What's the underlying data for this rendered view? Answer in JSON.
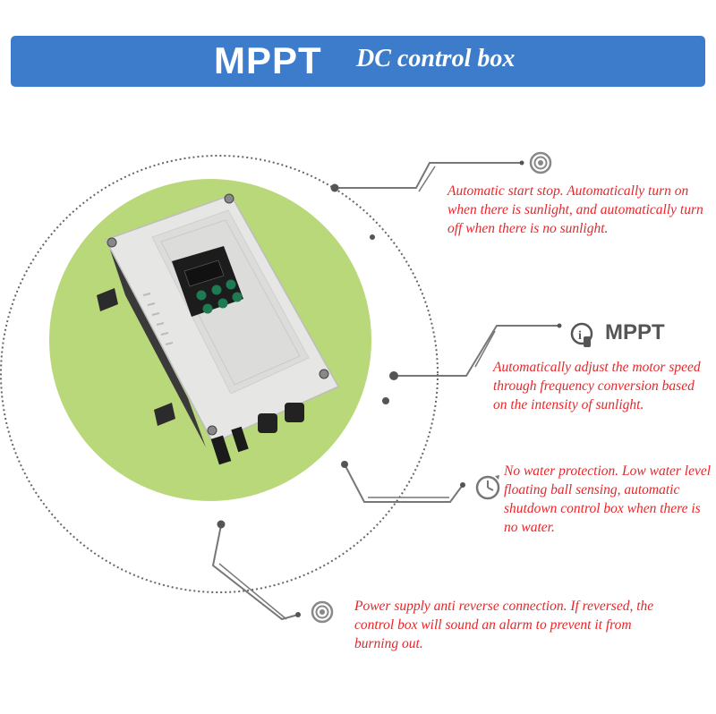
{
  "banner": {
    "title": "MPPT",
    "subtitle": "DC control box",
    "color": "#3d7ccb"
  },
  "product": {
    "name": "DC control box",
    "background_color": "#b8d87a"
  },
  "features": [
    {
      "icon": "target-icon",
      "heading": "",
      "text": "Automatic start stop. Automatically turn on when there is sunlight, and automatically turn off when there is no sunlight."
    },
    {
      "icon": "info-touch-icon",
      "heading": "MPPT",
      "text": "Automatically adjust the motor speed through frequency conversion based on the intensity of sunlight."
    },
    {
      "icon": "timer-icon",
      "heading": "",
      "text": "No water protection. Low water level floating ball sensing, automatic shutdown control box when there is no water."
    },
    {
      "icon": "target-icon",
      "heading": "",
      "text": "Power supply anti reverse connection. If reversed, the control box will sound an alarm to prevent it from burning out."
    }
  ],
  "colors": {
    "feature_text": "#e8262a",
    "line": "#777777"
  }
}
